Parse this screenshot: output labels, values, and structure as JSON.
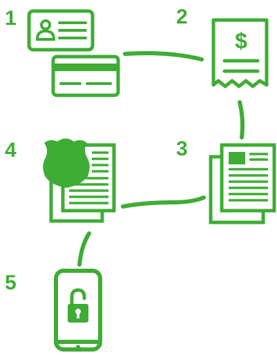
{
  "colors": {
    "accent": "#3fac35",
    "background": "#ffffff"
  },
  "steps": [
    {
      "number": "1",
      "icon": "id-and-credit-card-icon"
    },
    {
      "number": "2",
      "icon": "invoice-receipt-icon"
    },
    {
      "number": "3",
      "icon": "documents-icon"
    },
    {
      "number": "4",
      "icon": "police-badge-report-icon"
    },
    {
      "number": "5",
      "icon": "phone-unlock-icon"
    }
  ],
  "receipt": {
    "currency_symbol": "$"
  }
}
